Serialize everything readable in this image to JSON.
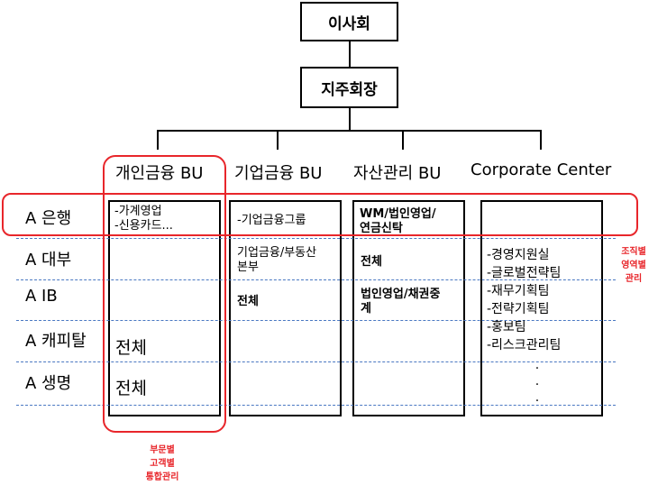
{
  "top_boxes": {
    "board": "이사회",
    "chairman": "지주회장"
  },
  "bu_headers": [
    "개인금융 BU",
    "기업금융 BU",
    "자산관리 BU",
    "Corporate Center"
  ],
  "rows": [
    "A 은행",
    "A 대부",
    "A IB",
    "A 캐피탈",
    "A 생명"
  ],
  "cells": {
    "personal": {
      "bank_line1": "-가계영업",
      "bank_line2": "-신용카드...",
      "capital": "전체",
      "life": "전체"
    },
    "corporate": {
      "bank": "-기업금융그룹",
      "loan_line1": "기업금융/부동산",
      "loan_line2": "본부",
      "ib": "전체"
    },
    "wealth": {
      "bank_line1": "WM/법인영업/",
      "bank_line2": "연금신탁",
      "loan": "전체",
      "ib_line1": "법인영업/채권중",
      "ib_line2": "계"
    },
    "center": {
      "items": [
        "-경영지원실",
        "-글로벌전략팀",
        "-재무기획팀",
        "-전략기획팀",
        "-홍보팀",
        "-리스크관리팀"
      ],
      "dots": [
        ".",
        ".",
        "."
      ]
    }
  },
  "notes": {
    "right": [
      "조직별",
      "영역별",
      "관리"
    ],
    "bottom": [
      "부문별",
      "고객별",
      "통합관리"
    ]
  },
  "colors": {
    "highlight": "#e8262b",
    "dashed": "#4a78c2"
  }
}
